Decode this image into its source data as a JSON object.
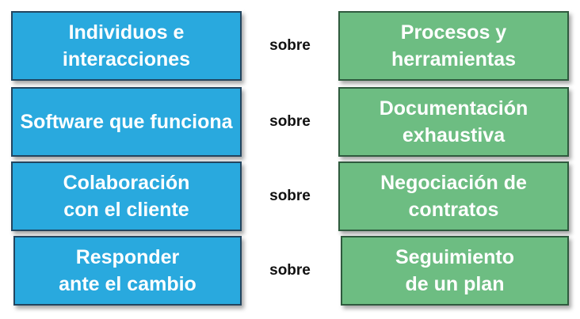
{
  "rows": [
    {
      "left": "Individuos e\ninteracciones",
      "connector": "sobre",
      "right": "Procesos y\nherramientas"
    },
    {
      "left": "Software que funciona",
      "connector": "sobre",
      "right": "Documentación\nexhaustiva"
    },
    {
      "left": "Colaboración\ncon el cliente",
      "connector": "sobre",
      "right": "Negociación de\ncontratos"
    },
    {
      "left": "Responder\nante el cambio",
      "connector": "sobre",
      "right": "Seguimiento\nde un plan"
    }
  ],
  "colors": {
    "left_box": "#29a9de",
    "right_box": "#6dbd82",
    "text": "#ffffff",
    "connector_text": "#111111"
  }
}
